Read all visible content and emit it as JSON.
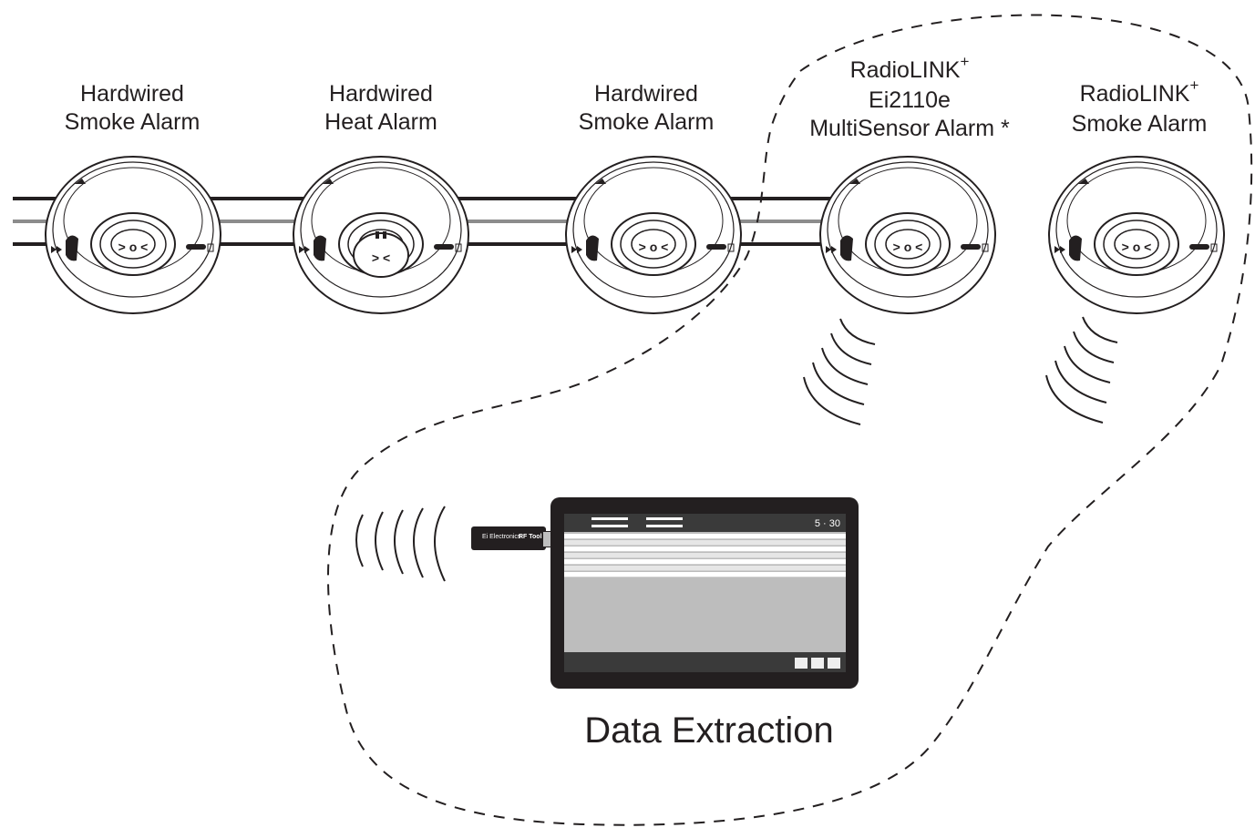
{
  "labels": {
    "alarm1": [
      "Hardwired",
      "Smoke Alarm"
    ],
    "alarm2": [
      "Hardwired",
      "Heat Alarm"
    ],
    "alarm3": [
      "Hardwired",
      "Smoke Alarm"
    ],
    "alarm4": {
      "line1": "RadioLINK",
      "line1_sup": "+",
      "line2": "Ei2110e",
      "line3": "MultiSensor Alarm *"
    },
    "alarm5": {
      "line1": "RadioLINK",
      "line1_sup": "+",
      "line2": "Smoke Alarm"
    }
  },
  "data_extraction": "Data Extraction",
  "dongle": {
    "brand": "Ei Electronics",
    "product": "RF Tool"
  },
  "tablet": {
    "counter_left": "5",
    "counter_right": "30"
  },
  "colors": {
    "ink": "#231f20",
    "wire_gray": "#8c8c8c",
    "background": "#ffffff"
  },
  "icons": [
    "smoke-alarm-icon",
    "heat-alarm-icon",
    "radio-wave-icon",
    "usb-dongle-icon",
    "tablet-icon"
  ]
}
